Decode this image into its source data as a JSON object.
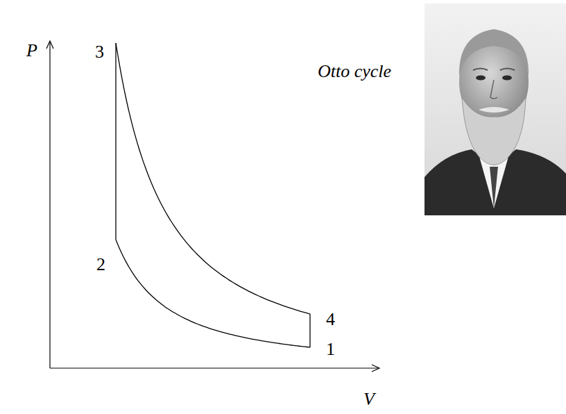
{
  "diagram": {
    "labels": [
      "P",
      "3",
      "Otto cycle",
      "2",
      "4",
      "1",
      "V"
    ]
  }
}
